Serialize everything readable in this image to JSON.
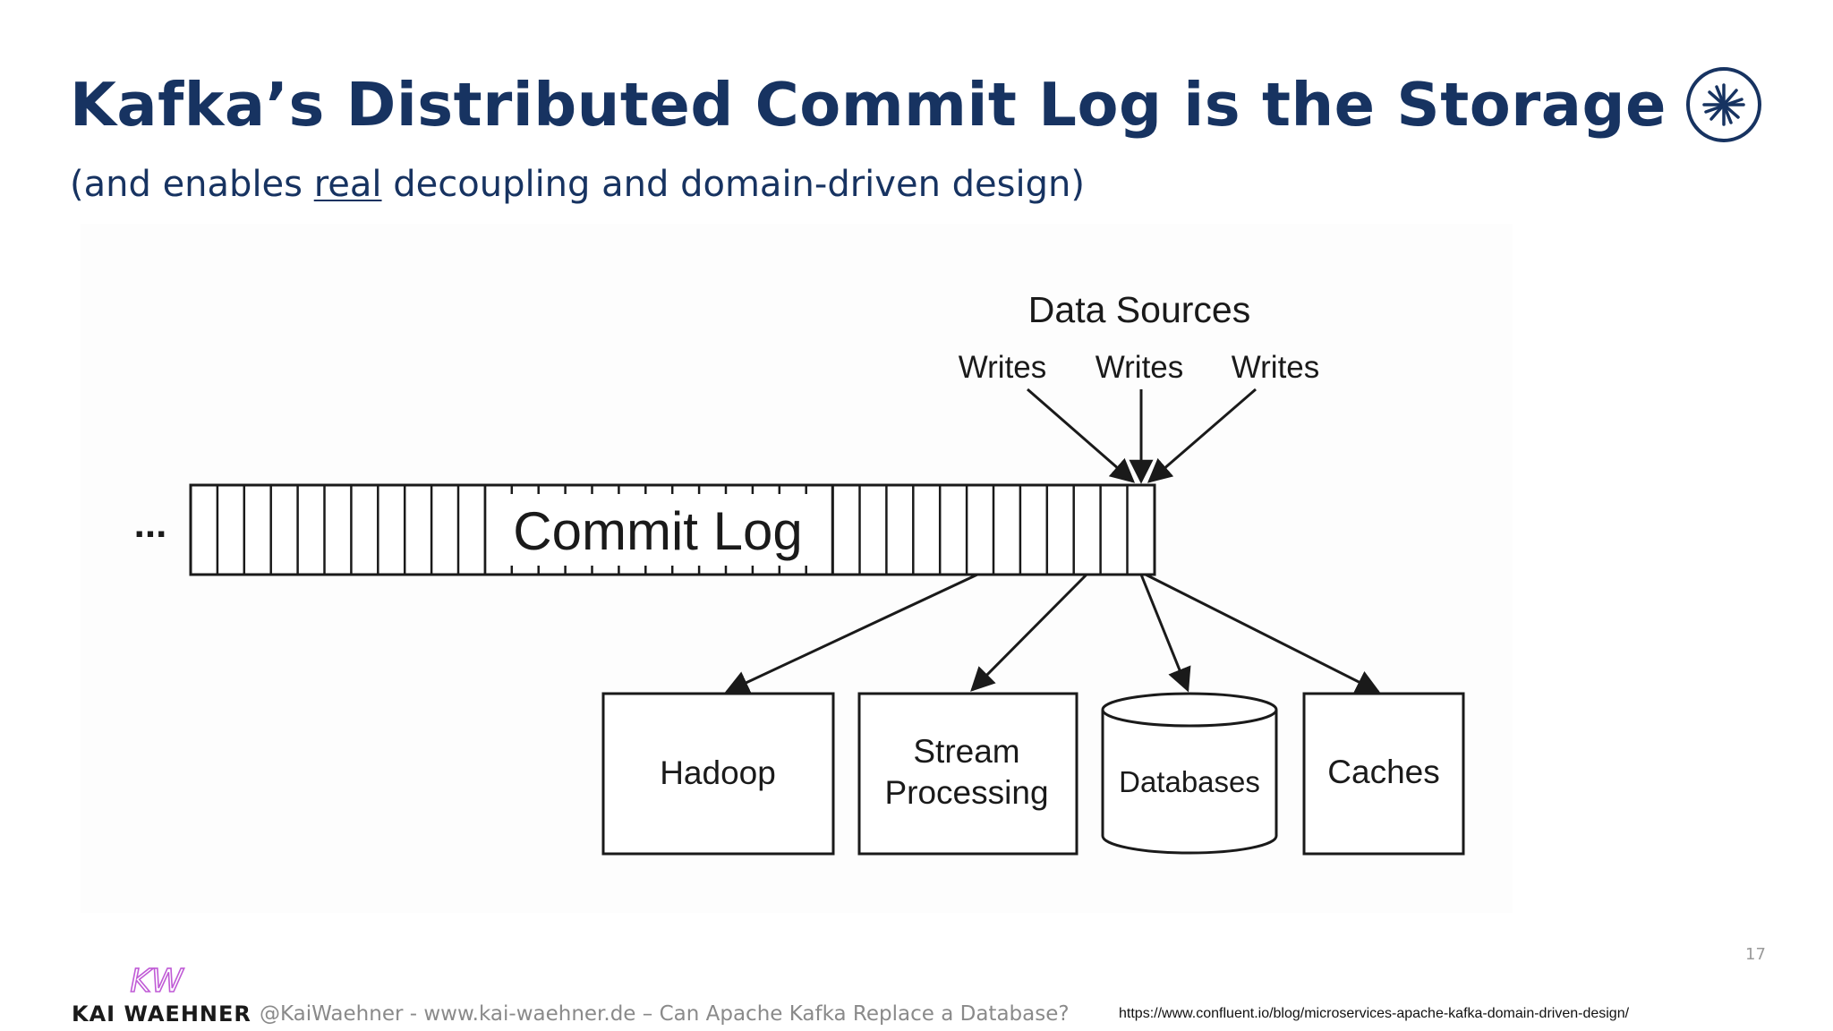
{
  "slide": {
    "title": "Kafka’s Distributed Commit Log is the Storage",
    "subtitle_before": "(and enables ",
    "subtitle_emphasis": "real",
    "subtitle_after": " decoupling and domain-driven design)",
    "page_number": "17"
  },
  "diagram": {
    "data_sources_label": "Data Sources",
    "writes_labels": [
      "Writes",
      "Writes",
      "Writes"
    ],
    "ellipsis": "...",
    "commit_log_label": "Commit Log",
    "consumers": [
      {
        "line1": "Hadoop",
        "line2": ""
      },
      {
        "line1": "Stream",
        "line2": "Processing"
      },
      {
        "line1": "Databases",
        "line2": ""
      },
      {
        "line1": "Caches",
        "line2": ""
      }
    ]
  },
  "footer": {
    "brand_logo_text": "KW",
    "brand_name": "KAI WAEHNER",
    "tagline": "@KaiWaehner - www.kai-waehner.de – Can Apache Kafka Replace a Database?",
    "source_url": "https://www.confluent.io/blog/microservices-apache-kafka-domain-driven-design/"
  },
  "colors": {
    "title": "#173361",
    "brand_logo": "#c05bd6",
    "footer_text": "#8a8a8a",
    "diagram_ink": "#1a1a1a"
  },
  "icons": {
    "top_right_logo": "confluent-logo-icon",
    "bottom_left_logo": "kw-logo-icon"
  }
}
